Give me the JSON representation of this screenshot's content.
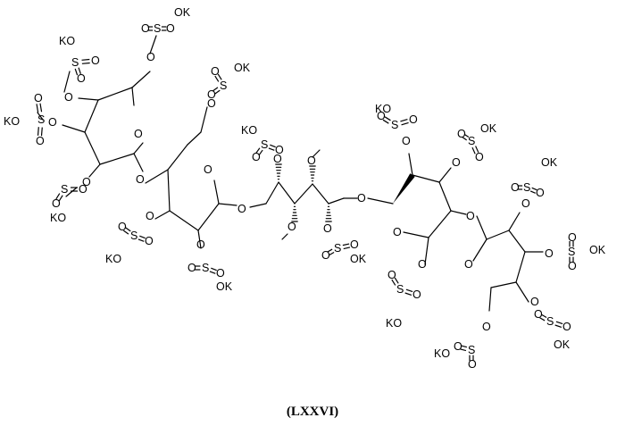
{
  "compound_label": "(LXXVI)",
  "atom_text": {
    "O": "O",
    "S": "S",
    "KO": "KO",
    "OK": "OK"
  }
}
